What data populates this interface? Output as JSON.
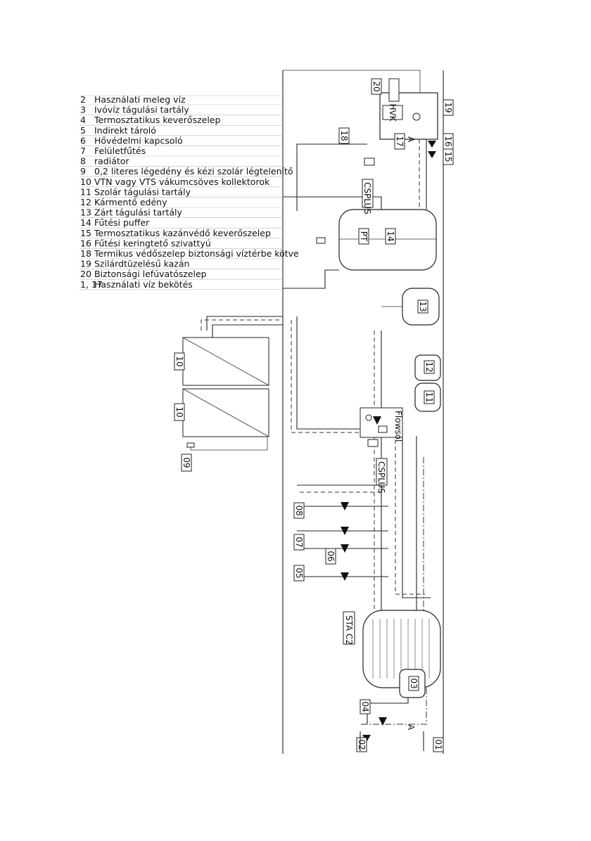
{
  "legend": [
    {
      "num": "2",
      "text": "Használati meleg víz"
    },
    {
      "num": "3",
      "text": "Ivóvíz tágulási tartály"
    },
    {
      "num": "4",
      "text": "Termosztatikus keverőszelep"
    },
    {
      "num": "5",
      "text": "Indirekt tároló"
    },
    {
      "num": "6",
      "text": "Hővédelmi kapcsoló"
    },
    {
      "num": "7",
      "text": "Felületfűtés"
    },
    {
      "num": "8",
      "text": "radiátor"
    },
    {
      "num": "9",
      "text": "0,2 literes légedény és kézi szolár légtelenítő"
    },
    {
      "num": "10",
      "text": "VTN vagy VTS vákumcsöves kollektorok"
    },
    {
      "num": "11",
      "text": "Szolár tágulási tartály"
    },
    {
      "num": "12",
      "text": "Kármentő edény"
    },
    {
      "num": "13",
      "text": "Zárt tágulási tartály"
    },
    {
      "num": "14",
      "text": "Fűtési puffer"
    },
    {
      "num": "15",
      "text": "Termosztatikus kazánvédő keverőszelep"
    },
    {
      "num": "16",
      "text": "Fűtési keringtető szivattyú"
    },
    {
      "num": "18",
      "text": "Termikus védőszelep biztonsági víztérbe kötve"
    },
    {
      "num": "19",
      "text": "Szilárdtüzelésű kazán"
    },
    {
      "num": "20",
      "text": "Biztonsági lefúvatószelep"
    },
    {
      "num": "1, 17",
      "text": "Használati víz bekötés"
    }
  ],
  "tags": {
    "t01": "01",
    "t02": "02",
    "t03": "03",
    "t04": "04",
    "t05": "05",
    "t06": "06",
    "t07": "07",
    "t08": "08",
    "t09": "09",
    "t10a": "10",
    "t10b": "10",
    "t11": "11",
    "t12": "12",
    "t13": "13",
    "t14": "14",
    "t15": "15",
    "t16": "16",
    "t17": "17",
    "t18": "18",
    "t19": "19",
    "t20": "20"
  },
  "device_labels": {
    "sta": "STA C2",
    "csplus_left": "CSPLUS",
    "csplus_right": "CSPLUS",
    "flowsol": "Flowsol",
    "pt": "PT",
    "hvk": "HVK",
    "a_left": "A",
    "a_right": "A"
  }
}
